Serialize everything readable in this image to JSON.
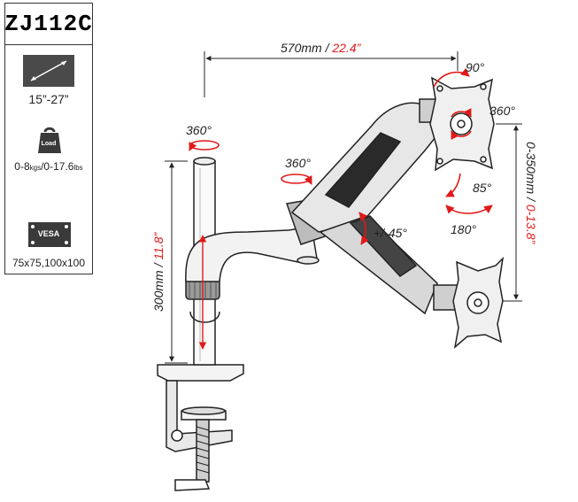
{
  "sidebar": {
    "model": "ZJ112C",
    "screen_size": "15”-27”",
    "load_icon_text": "Load",
    "load_kg": "0-8",
    "load_kg_unit": "kgs",
    "load_lbs": "/0-17.6",
    "load_lbs_unit": "lbs",
    "vesa_icon_text": "VESA",
    "vesa_sizes": "75x75,100x100"
  },
  "dimensions": {
    "reach_metric": "570mm / ",
    "reach_imperial": "22.4”",
    "height_metric": "300mm / ",
    "height_imperial": "11.8”",
    "vertical_range_metric": "0-350mm / ",
    "vertical_range_imperial": "0-13.8”"
  },
  "rotations": {
    "pole_swivel": "360°",
    "arm_swivel": "360°",
    "tilt_arm": "+/-45°",
    "plate_rotate": "360°",
    "plate_tilt_top": "90°",
    "plate_tilt": "85°",
    "plate_swivel": "180°"
  },
  "colors": {
    "accent_red": "#e11919",
    "line": "#222222"
  }
}
